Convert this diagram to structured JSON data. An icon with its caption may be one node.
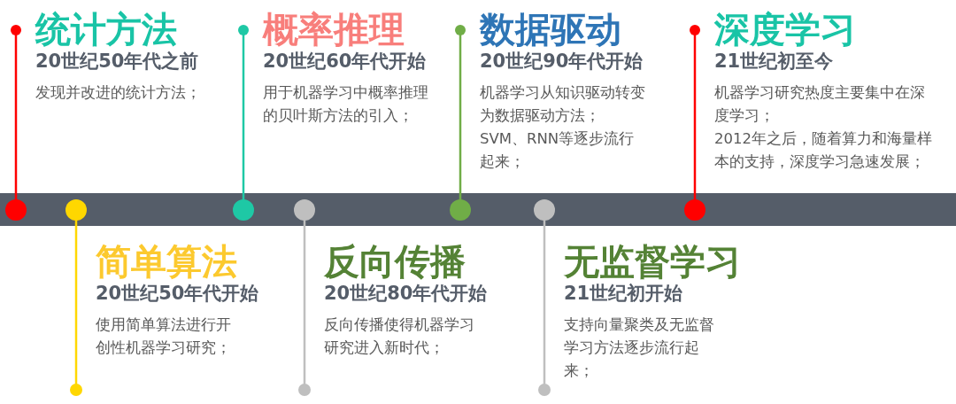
{
  "diagram": {
    "nodes": [
      {
        "text": [
          "统计方法",
          "20世纪50年代之前",
          "发现并改进的统计方法；"
        ]
      },
      {
        "text": [
          "简单算法",
          "20世纪50年代开始",
          "使用简单算法进行开创性机器学习研究；"
        ]
      },
      {
        "text": [
          "概率推理",
          "20世纪60年代开始",
          "用于机器学习中概率推理的贝叶斯方法的引入；"
        ]
      },
      {
        "text": [
          "反向传播",
          "20世纪80年代开始",
          "反向传播使得机器学习研究进入新时代；"
        ]
      },
      {
        "text": [
          "数据驱动",
          "20世纪90年代开始",
          "机器学习从知识驱动转变为数据驱动方法；",
          "SVM、RNN等逐步流行起来；"
        ]
      },
      {
        "text": [
          "无监督学习",
          "21世纪初开始",
          "支持向量聚类及无监督学习方法逐步流行起来；"
        ]
      },
      {
        "text": [
          "深度学习",
          "21世纪初至今",
          "机器学习研究热度主要集中在深度学习；",
          "2012年之后，随着算力和海量样本的支持，深度学习急速发展；"
        ]
      }
    ]
  }
}
